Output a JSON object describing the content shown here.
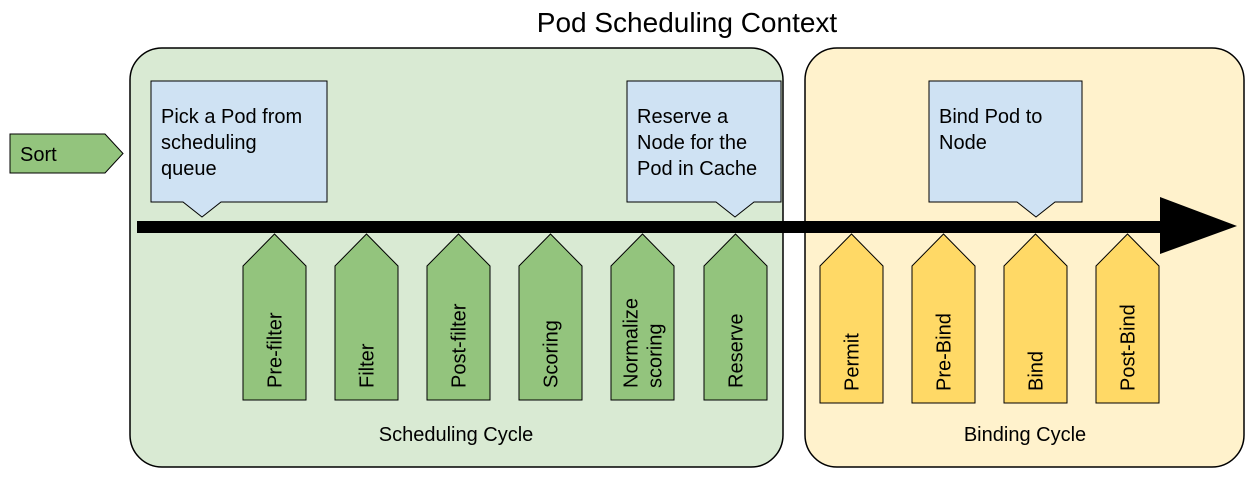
{
  "title": "Pod Scheduling Context",
  "sort_label": "Sort",
  "colors": {
    "scheduling_bg": "#d9ead3",
    "binding_bg": "#fff2cc",
    "scheduling_step": "#93c47d",
    "binding_step": "#ffd966",
    "callout": "#cfe2f3"
  },
  "scheduling_cycle": {
    "label": "Scheduling Cycle",
    "steps": [
      [
        "Pre-filter"
      ],
      [
        "Filter"
      ],
      [
        "Post-filter"
      ],
      [
        "Scoring"
      ],
      [
        "Normalize",
        "scoring"
      ],
      [
        "Reserve"
      ]
    ]
  },
  "binding_cycle": {
    "label": "Binding Cycle",
    "steps": [
      [
        "Permit"
      ],
      [
        "Pre-Bind"
      ],
      [
        "Bind"
      ],
      [
        "Post-Bind"
      ]
    ]
  },
  "callouts": [
    [
      "Pick a Pod from",
      "scheduling",
      "queue"
    ],
    [
      "Reserve a",
      "Node for the",
      "Pod in Cache"
    ],
    [
      "Bind Pod to",
      "Node"
    ]
  ]
}
